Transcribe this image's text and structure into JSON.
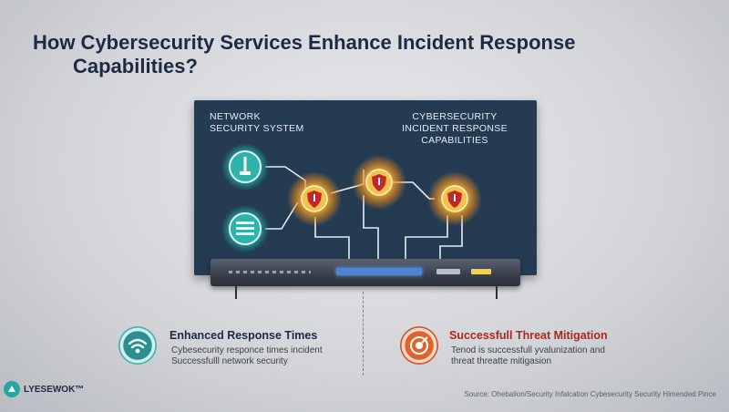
{
  "title": {
    "line1": "How Cybersecurity Services Enhance Incident Response",
    "line2": "Capabilities?"
  },
  "panel": {
    "left_label_line1": "NETWORK",
    "left_label_line2": "SECURITY SYSTEM",
    "right_label_line1": "CYBERSECURITY",
    "right_label_line2": "INCIDENT RESPONSE",
    "right_label_line3": "CAPABILITIES",
    "icons": [
      "tool-icon",
      "server-stack-icon",
      "shield-alert-icon",
      "shield-alert-icon",
      "shield-alert-icon"
    ]
  },
  "features": [
    {
      "heading": "Enhanced Response Times",
      "desc_line1": "Cybesecurity responce times incident",
      "desc_line2": "Successfulll network security",
      "icon": "wifi-icon",
      "color": "#2aa6a0"
    },
    {
      "heading": "Successfull Threat Mitigation",
      "desc_line1": "Tenod is successfull yvalunization and",
      "desc_line2": "threat threatte mitigasion",
      "icon": "target-icon",
      "color": "#b3261e"
    }
  ],
  "logo": {
    "text": "LYESEWOK™"
  },
  "source": "Source: Ohebalion/Security Infalcation Cybesecurity Security Himended Pince",
  "colors": {
    "accent_teal": "#2aa6a0",
    "accent_red": "#b3261e",
    "panel": "#243b52",
    "glow": "#f5a623"
  }
}
